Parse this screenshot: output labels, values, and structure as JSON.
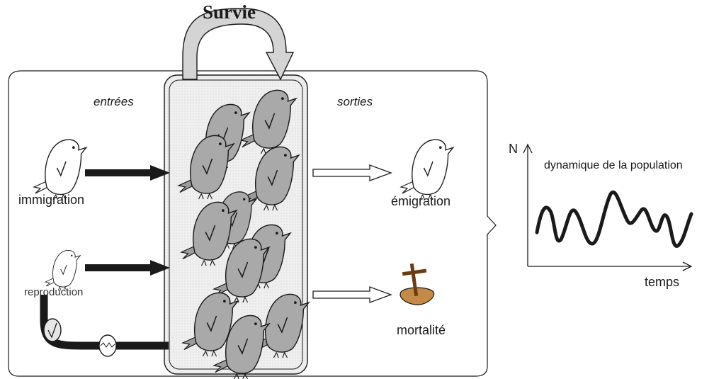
{
  "title": "Survie",
  "inputs_heading": "entrées",
  "outputs_heading": "sorties",
  "inputs": [
    {
      "label": "immigration"
    },
    {
      "label": "reproduction"
    }
  ],
  "outputs": [
    {
      "label": "émigration"
    },
    {
      "label": "mortalité"
    }
  ],
  "graph": {
    "y_label": "N",
    "x_label": "temps",
    "caption": "dynamique de la population"
  },
  "bird_mark": "√",
  "colors": {
    "ink": "#1a1a1a",
    "bird_gray": "#a9a9a9",
    "pen_fill": "#e6e6e6",
    "cross": "#6b3b12",
    "grave": "#c48a48"
  }
}
